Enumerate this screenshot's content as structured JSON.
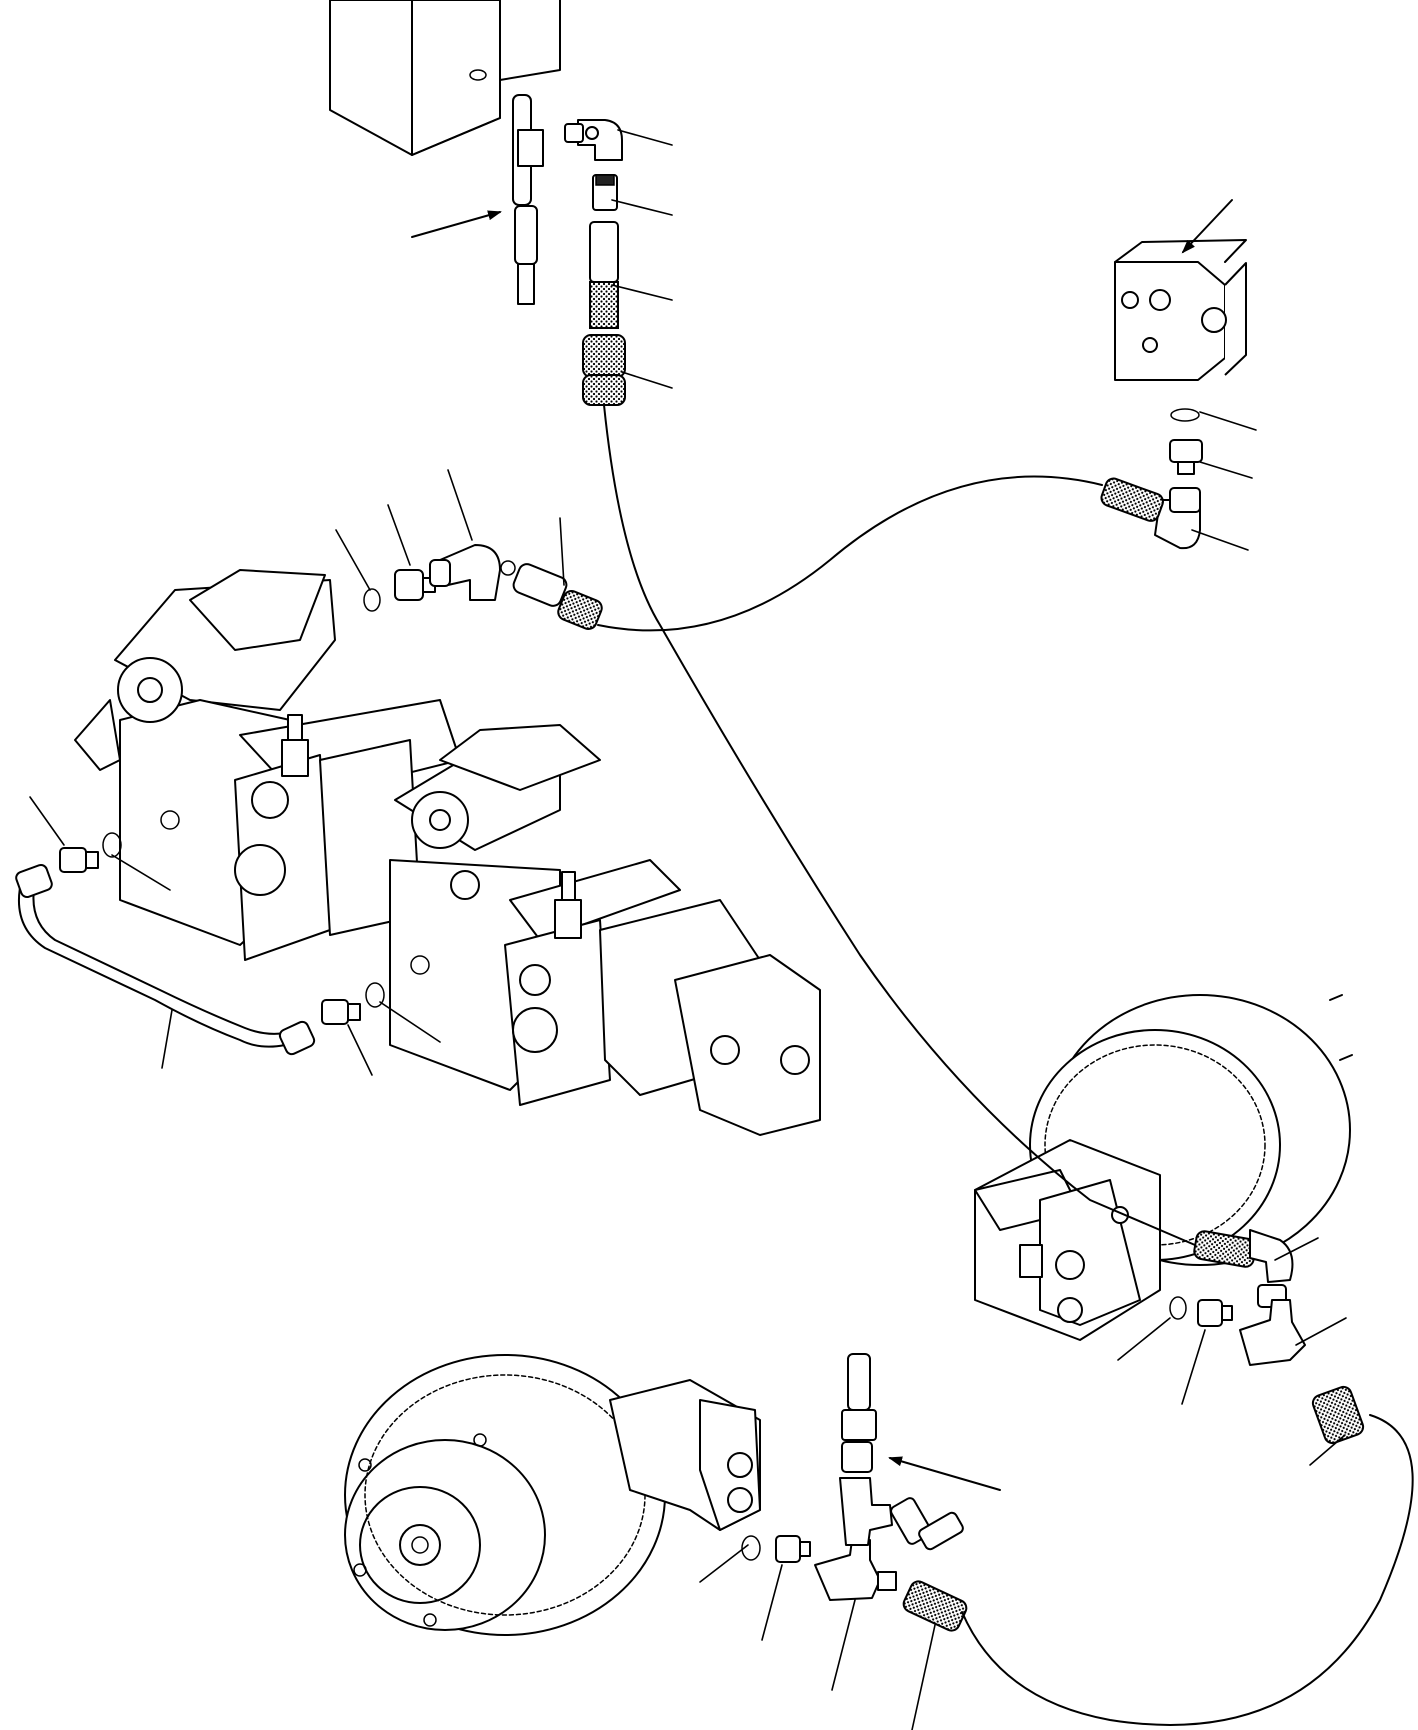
{
  "drawing": {
    "kind": "exploded parts diagram",
    "callout_count": 29,
    "arrow_count": 4
  }
}
